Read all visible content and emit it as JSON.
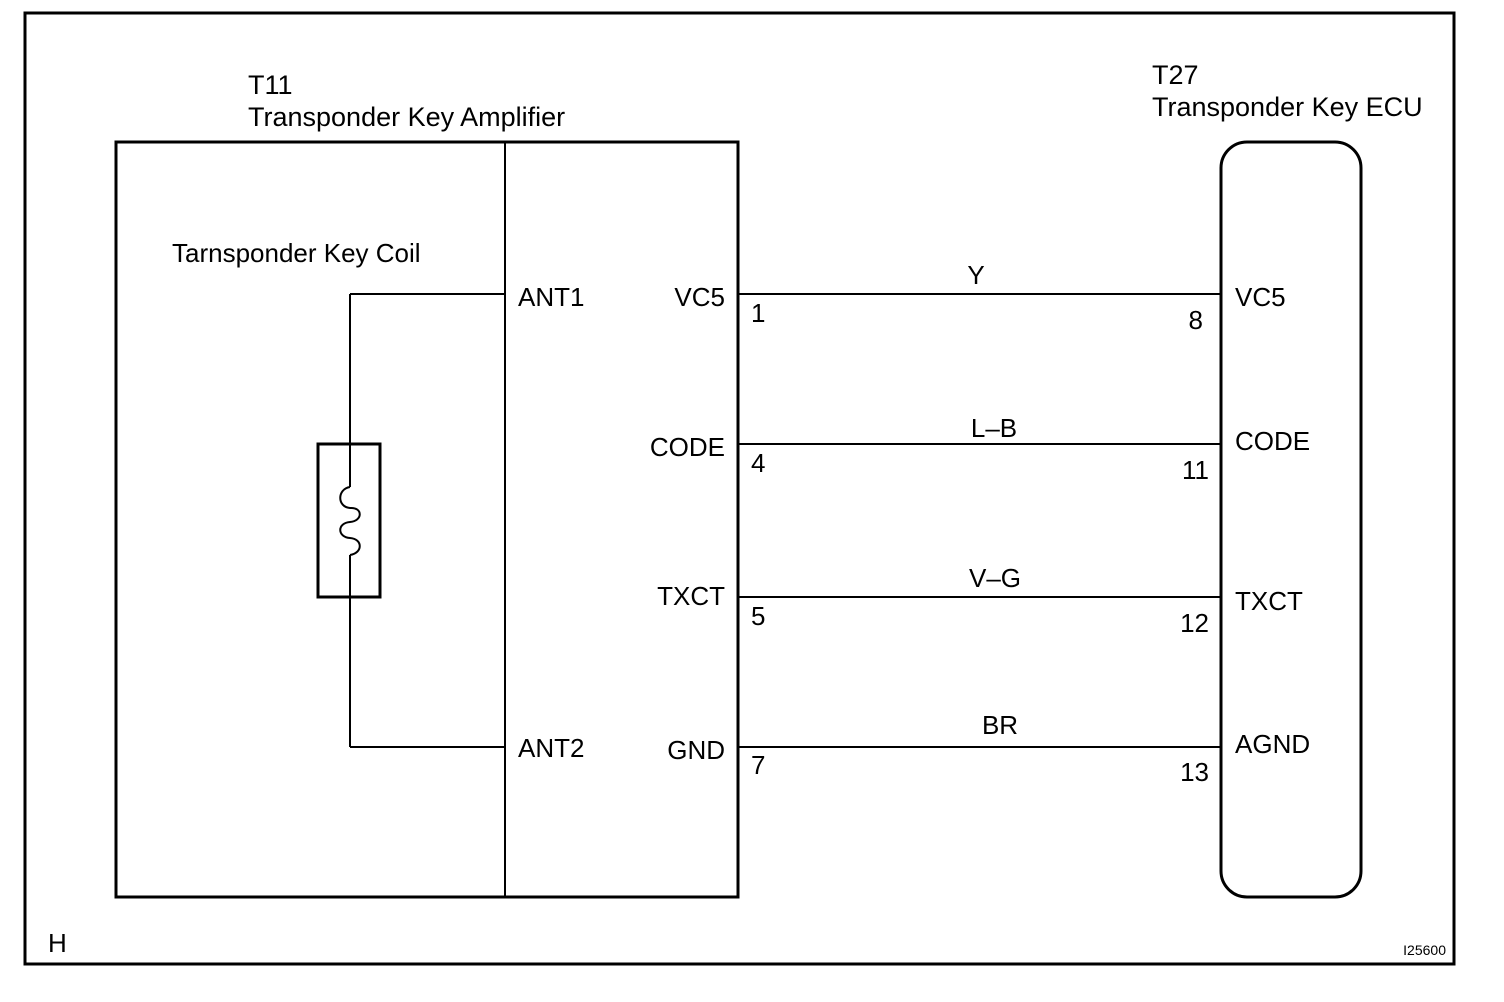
{
  "page_marker": "H",
  "figure_id": "I25600",
  "amplifier": {
    "code": "T11",
    "name": "Transponder Key Amplifier",
    "coil_label": "Tarnsponder Key Coil",
    "antennas": [
      {
        "label": "ANT1"
      },
      {
        "label": "ANT2"
      }
    ],
    "terminals": [
      {
        "label": "VC5",
        "pin": "1"
      },
      {
        "label": "CODE",
        "pin": "4"
      },
      {
        "label": "TXCT",
        "pin": "5"
      },
      {
        "label": "GND",
        "pin": "7"
      }
    ]
  },
  "ecu": {
    "code": "T27",
    "name": "Transponder Key ECU",
    "terminals": [
      {
        "label": "VC5",
        "pin": "8"
      },
      {
        "label": "CODE",
        "pin": "11"
      },
      {
        "label": "TXCT",
        "pin": "12"
      },
      {
        "label": "AGND",
        "pin": "13"
      }
    ]
  },
  "wires": [
    {
      "color_code": "Y"
    },
    {
      "color_code": "L–B"
    },
    {
      "color_code": "V–G"
    },
    {
      "color_code": "BR"
    }
  ]
}
